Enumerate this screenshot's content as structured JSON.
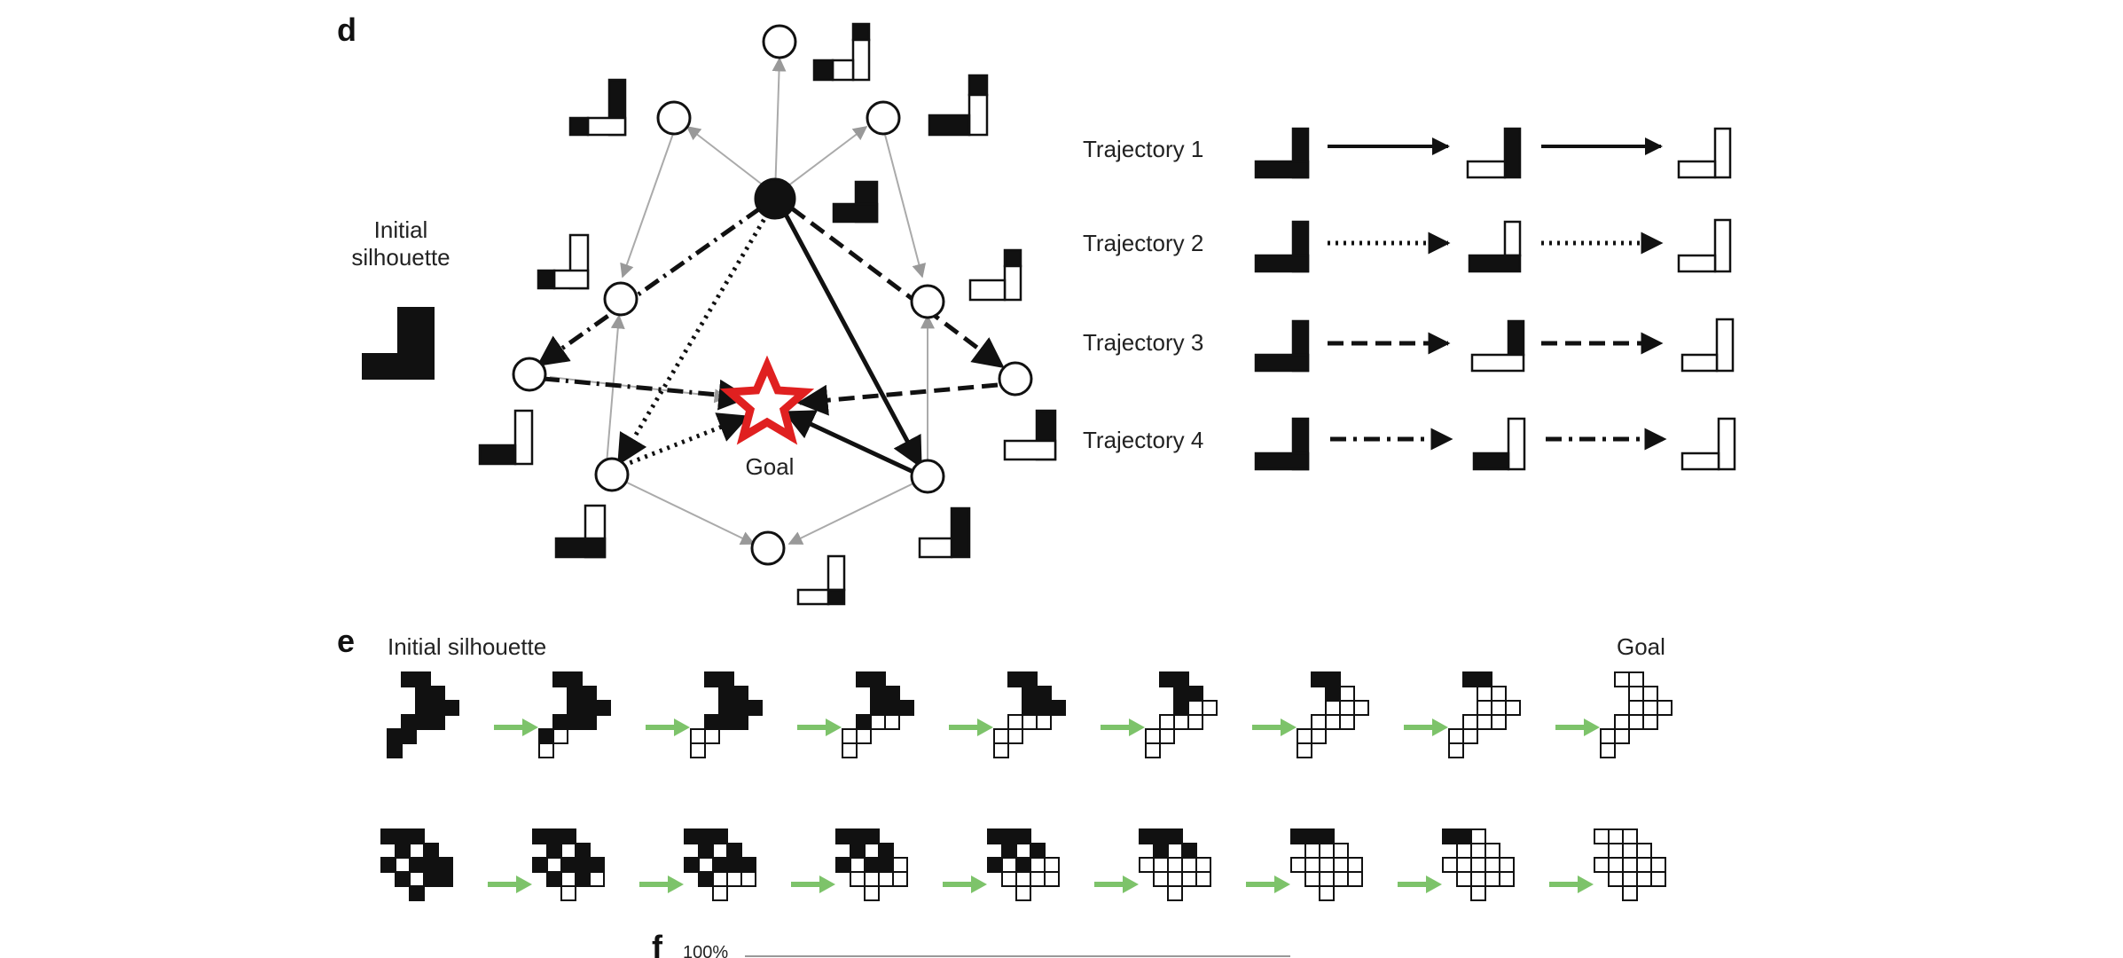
{
  "panel_d": {
    "letter": "d",
    "initial_label_line1": "Initial",
    "initial_label_line2": "silhouette",
    "goal_label": "Goal",
    "trajectories": [
      {
        "label": "Trajectory 1",
        "style": "solid"
      },
      {
        "label": "Trajectory 2",
        "style": "dotted"
      },
      {
        "label": "Trajectory 3",
        "style": "dashed"
      },
      {
        "label": "Trajectory 4",
        "style": "dash-dot"
      }
    ],
    "node_count": 11,
    "star_icon": "goal-star-icon",
    "colors": {
      "star_outline": "#e02020",
      "gray_edge": "#aaaaaa",
      "black": "#111111"
    }
  },
  "panel_e": {
    "letter": "e",
    "initial_label": "Initial silhouette",
    "goal_label": "Goal",
    "steps_per_row": 9,
    "arrow_color": "#7dc36a"
  },
  "panel_f": {
    "letter": "f",
    "axis_tick": "100%"
  }
}
